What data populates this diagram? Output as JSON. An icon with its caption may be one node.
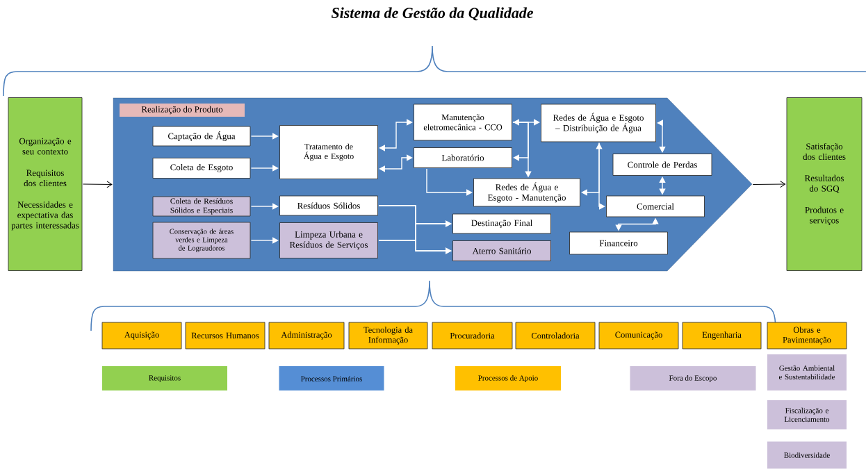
{
  "diagram": {
    "title": "Sistema de Gestão da Qualidade",
    "nodes": [
      {
        "text": [
          "Organização e seu contexto",
          "Requisitos dos clientes",
          "Necessidades e expectativa das partes interessadas"
        ]
      },
      {
        "text": [
          "Realização do Produto"
        ]
      },
      {
        "text": [
          "Satisfação dos clientes",
          "Resultados do SGQ",
          "Produtos e serviços"
        ]
      },
      {
        "text": [
          "Captação de Água"
        ],
        "in": 1
      },
      {
        "text": [
          "Coleta de Esgoto"
        ],
        "in": 1
      },
      {
        "text": [
          "Coleta de Resíduos Sólidos e Especiais"
        ],
        "in": 1
      },
      {
        "text": [
          "Conservação de áreas verdes e Limpeza de Lograudoros"
        ],
        "in": 1
      },
      {
        "text": [
          "Tratamento de Água e Esgoto"
        ],
        "in": 1
      },
      {
        "text": [
          "Resíduos Sólidos"
        ],
        "in": 1
      },
      {
        "text": [
          "Limpeza Urbana e Resíduos de Serviços"
        ],
        "in": 1
      },
      {
        "text": [
          "Manutenção eletromecânica - CCO"
        ],
        "in": 1
      },
      {
        "text": [
          "Laboratório"
        ],
        "in": 1
      },
      {
        "text": [
          "Redes de Água e Esgoto - Manutenção"
        ],
        "in": 1
      },
      {
        "text": [
          "Destinação Final"
        ],
        "in": 1
      },
      {
        "text": [
          "Aterro Sanitário"
        ],
        "in": 1
      },
      {
        "text": [
          "Redes de Água e Esgoto – Distribuição de Água"
        ],
        "in": 1
      },
      {
        "text": [
          "Controle de Perdas"
        ],
        "in": 1
      },
      {
        "text": [
          "Comercial"
        ],
        "in": 1
      },
      {
        "text": [
          "Financeiro"
        ],
        "in": 1
      },
      {
        "text": [
          "Aquisição"
        ]
      },
      {
        "text": [
          "Recursos Humanos"
        ]
      },
      {
        "text": [
          "Administração"
        ]
      },
      {
        "text": [
          "Tecnologia da Informação"
        ]
      },
      {
        "text": [
          "Procuradoria"
        ]
      },
      {
        "text": [
          "Controladoria"
        ]
      },
      {
        "text": [
          "Comunicação"
        ]
      },
      {
        "text": [
          "Engenharia"
        ]
      },
      {
        "text": [
          "Obras e Pavimentação"
        ]
      },
      {
        "text": [
          "Gestão Ambiental e Sustentabilidade"
        ]
      },
      {
        "text": [
          "Fiscalização e Licenciamento"
        ]
      },
      {
        "text": [
          "Biodiversidade"
        ]
      }
    ],
    "edges": [
      {
        "from": 0,
        "to": 1,
        "arrow": "to",
        "color": "#000000"
      },
      {
        "from": 1,
        "to": 2,
        "arrow": "to",
        "color": "#000000"
      },
      {
        "from": 3,
        "to": 7,
        "arrow": "to"
      },
      {
        "from": 4,
        "to": 7,
        "arrow": "to"
      },
      {
        "from": 5,
        "to": 8,
        "arrow": "to"
      },
      {
        "from": 6,
        "to": 9,
        "arrow": "to"
      },
      {
        "from": 7,
        "to": 10,
        "arrow": "both"
      },
      {
        "from": 7,
        "to": 11,
        "arrow": "both"
      },
      {
        "from": 11,
        "to": 12,
        "arrow": "to"
      },
      {
        "from": 10,
        "to": 15,
        "arrow": "both"
      },
      {
        "from": 10,
        "to": 12,
        "arrow": "to"
      },
      {
        "from": 10,
        "to": 11,
        "arrow": "to"
      },
      {
        "from": 15,
        "to": 17,
        "arrow": "both"
      },
      {
        "from": 15,
        "to": 12,
        "arrow": "to"
      },
      {
        "from": 15,
        "to": 16,
        "arrow": "both"
      },
      {
        "from": 16,
        "to": 17,
        "arrow": "both"
      },
      {
        "from": 17,
        "to": 18,
        "arrow": "both"
      },
      {
        "from": 8,
        "to": 13,
        "arrow": "to"
      },
      {
        "from": 8,
        "to": 14,
        "arrow": "to"
      },
      {
        "from": 9,
        "to": 13,
        "arrow": "to"
      },
      {
        "from": 9,
        "to": 14,
        "arrow": "to"
      }
    ],
    "legend": [
      {
        "text": "Requisitos",
        "color": "#92d050"
      },
      {
        "text": "Processos Primários",
        "color": "#558ed5"
      },
      {
        "text": "Processos de Apoio",
        "color": "#ffc000"
      },
      {
        "text": "Fora do Escopo",
        "color": "#ccc0da"
      }
    ]
  }
}
